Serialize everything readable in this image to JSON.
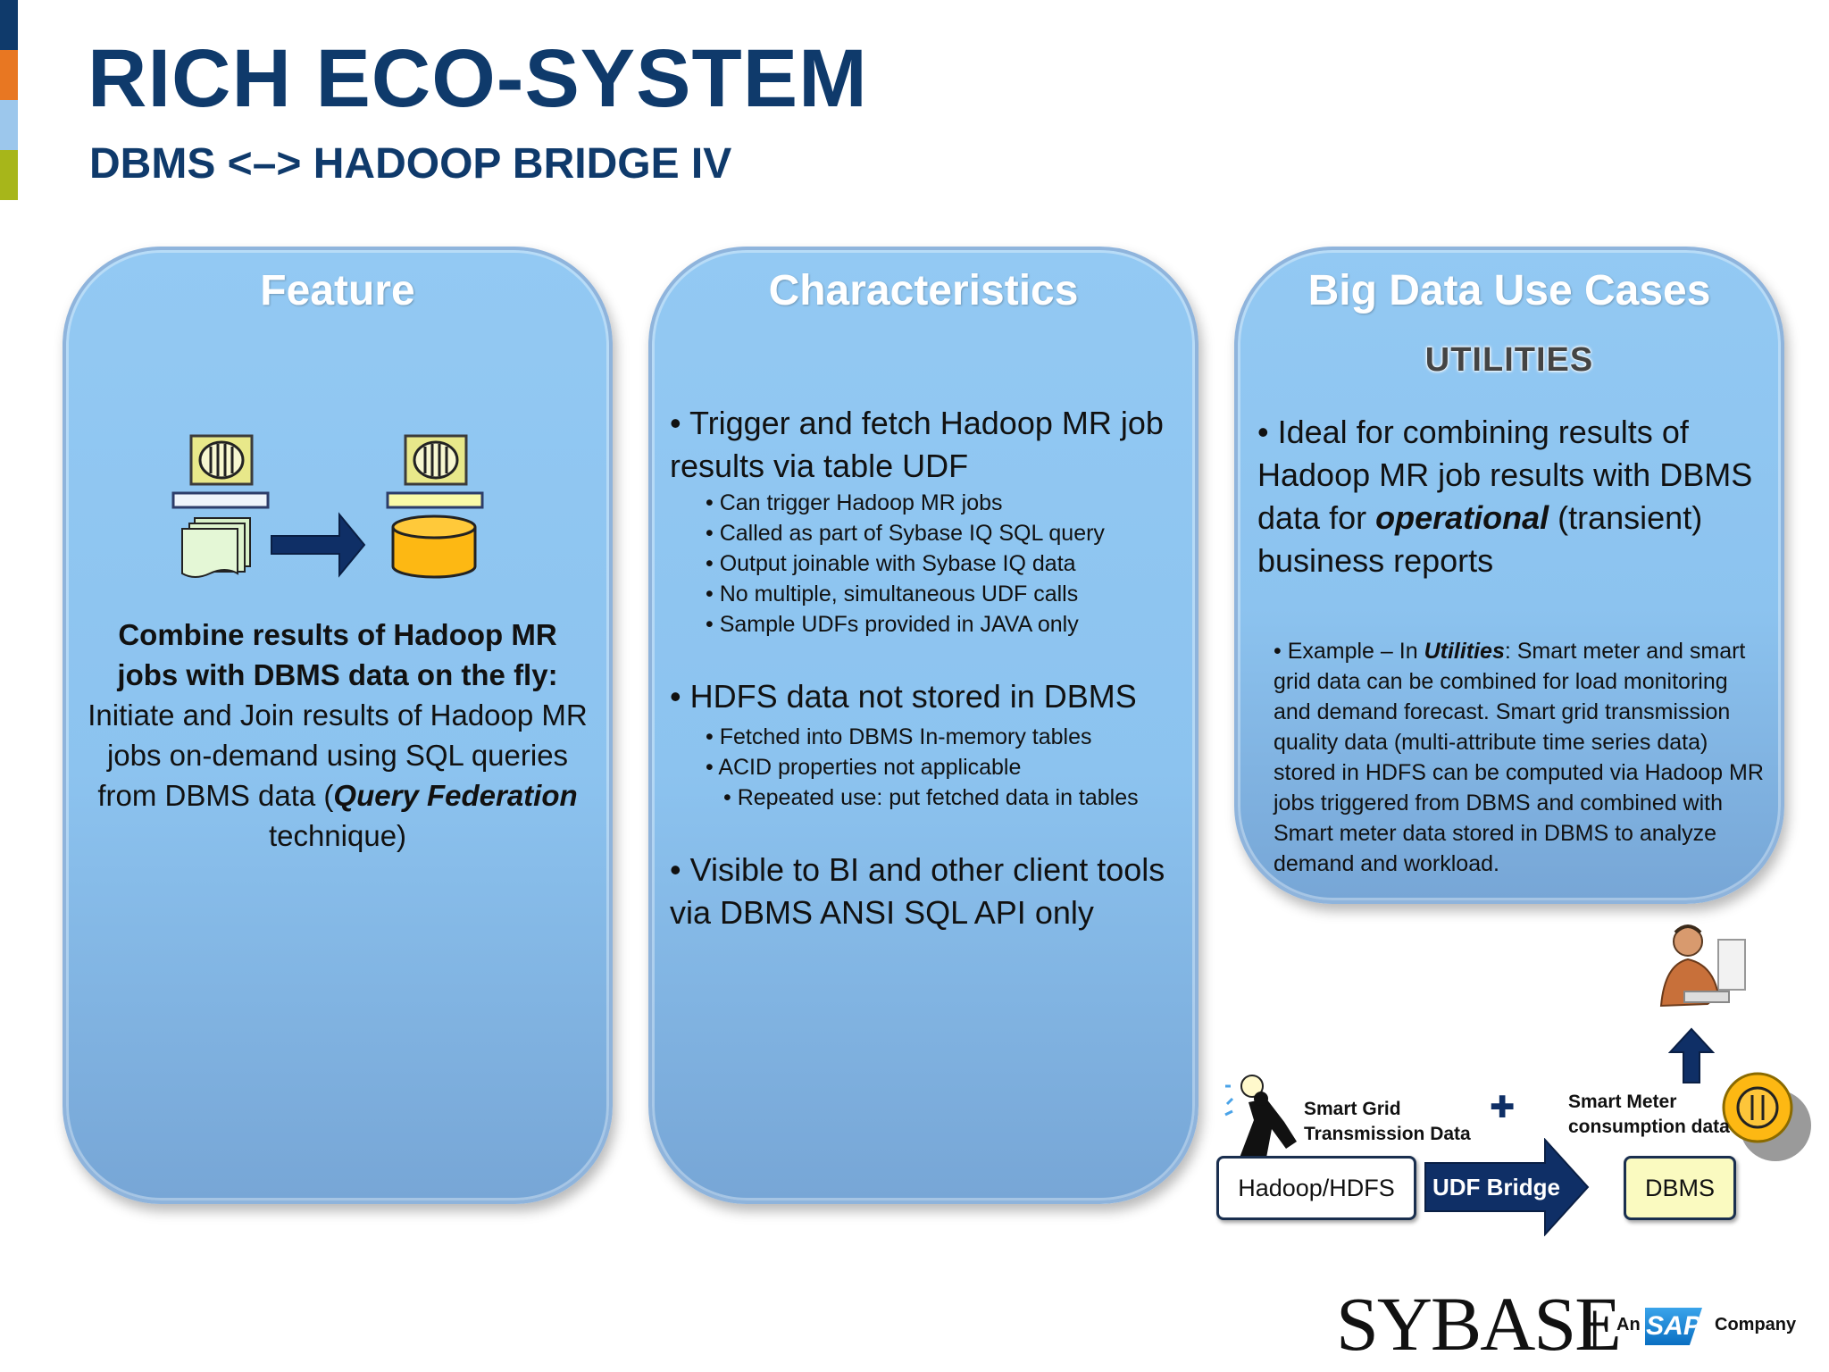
{
  "brand_colors": {
    "navy": "#0f3a6b",
    "orange": "#e87722",
    "light_blue": "#9cc7ec",
    "green": "#a7b61a",
    "panel_blue": "#8cc3ef"
  },
  "header": {
    "title": "RICH ECO-SYSTEM",
    "subtitle": "DBMS <–> HADOOP BRIDGE IV"
  },
  "feature": {
    "heading": "Feature",
    "text_bold": "Combine results of Hadoop MR jobs with DBMS data on the fly:",
    "text_1": " Initiate and Join results of Hadoop MR jobs on-demand using SQL queries from DBMS data (",
    "text_em": "Query Federation",
    "text_2": " technique)"
  },
  "characteristics": {
    "heading": "Characteristics",
    "b1": "• Trigger and fetch Hadoop MR job results via table UDF",
    "b1_subs": [
      "• Can trigger Hadoop MR jobs",
      "• Called as part of Sybase IQ SQL query",
      "• Output joinable with Sybase IQ data",
      "• No multiple, simultaneous UDF calls",
      "• Sample UDFs provided in JAVA only"
    ],
    "b2": "• HDFS data not stored in DBMS",
    "b2_subs": [
      "• Fetched into DBMS In-memory tables",
      "• ACID properties not applicable",
      "• Repeated use: put fetched data in tables"
    ],
    "b3": "• Visible to BI and other client tools via DBMS ANSI SQL API only"
  },
  "use_cases": {
    "heading": "Big Data Use Cases",
    "sector": "UTILITIES",
    "main_1": "• Ideal for combining results of Hadoop MR job results with DBMS data for ",
    "main_em": "operational",
    "main_2": " (transient) business reports",
    "ex_1": "• Example –  In ",
    "ex_em": "Utilities",
    "ex_2": ": Smart meter and smart grid data can be combined for load monitoring and demand forecast. Smart grid transmission quality data (multi-attribute time series data) stored in HDFS can be computed via Hadoop MR jobs triggered from  DBMS and combined with Smart meter data stored in DBMS to analyze demand and workload."
  },
  "diagram": {
    "grid_label_1": "Smart Grid",
    "grid_label_2": "Transmission Data",
    "meter_label_1": "Smart Meter",
    "meter_label_2": "consumption data",
    "hadoop_box": "Hadoop/HDFS",
    "bridge_label": "UDF Bridge",
    "dbms_box": "DBMS",
    "plus": "✚"
  },
  "logo": {
    "sybase": "SYBASE",
    "separator": "|",
    "an": "An",
    "sap": "SAP",
    "company": "Company"
  }
}
